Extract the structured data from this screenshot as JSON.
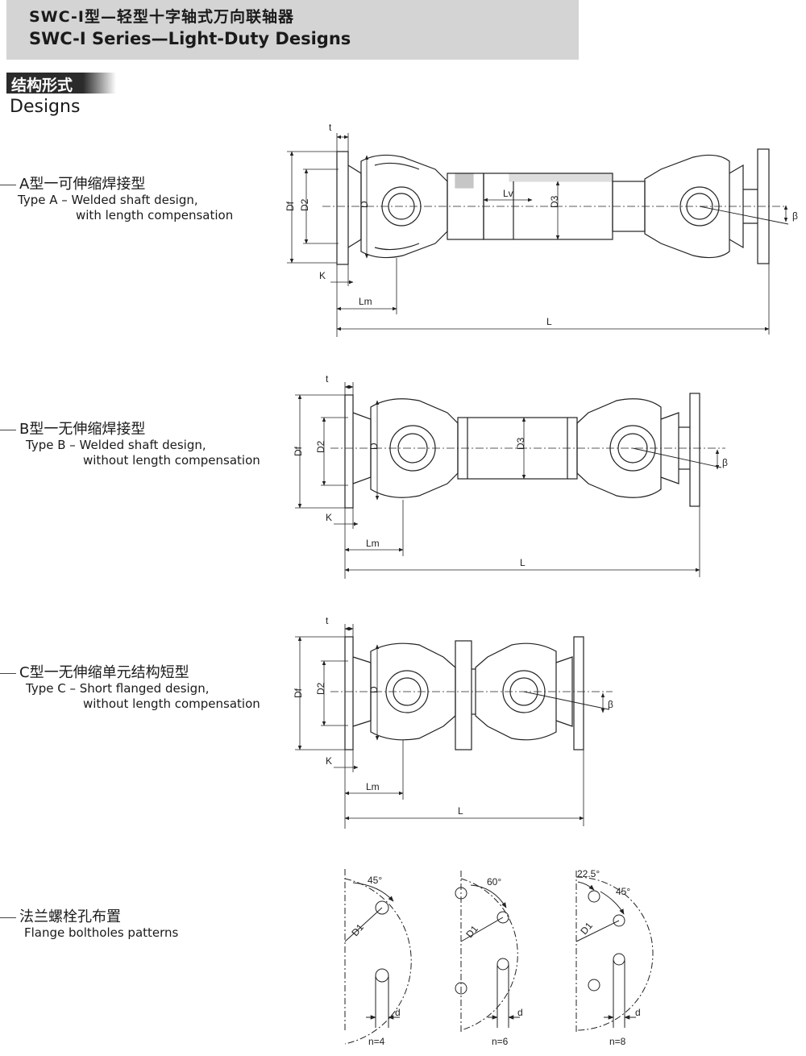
{
  "header": {
    "title_cn": "SWC-I型—轻型十字轴式万向联轴器",
    "title_en": "SWC-I Series—Light-Duty Designs"
  },
  "section": {
    "title_cn": "结构形式",
    "title_en": "Designs"
  },
  "types": [
    {
      "id": "A",
      "cn": "A型一可伸缩焊接型",
      "en_line1": "Type A – Welded shaft design,",
      "en_line2": "with length compensation"
    },
    {
      "id": "B",
      "cn": "B型一无伸缩焊接型",
      "en_line1": "Type B – Welded shaft design,",
      "en_line2": "without length compensation"
    },
    {
      "id": "C",
      "cn": "C型一无伸缩单元结构短型",
      "en_line1": "Type C – Short flanged design,",
      "en_line2": "without length compensation"
    },
    {
      "id": "flange",
      "cn": "法兰螺栓孔布置",
      "en_line1": "Flange boltholes patterns",
      "en_line2": ""
    }
  ],
  "dims": {
    "t": "t",
    "Df": "Df",
    "D2": "D2",
    "D": "D",
    "D3": "D3",
    "K": "K",
    "Lm": "Lm",
    "L": "L",
    "Lv": "Lv",
    "beta": "β",
    "D1": "D1",
    "d": "d"
  },
  "bolt_patterns": [
    {
      "n": "n=4",
      "angles": [
        "45°"
      ]
    },
    {
      "n": "n=6",
      "angles": [
        "60°"
      ]
    },
    {
      "n": "n=8",
      "angles": [
        "22.5°",
        "45°"
      ]
    }
  ]
}
